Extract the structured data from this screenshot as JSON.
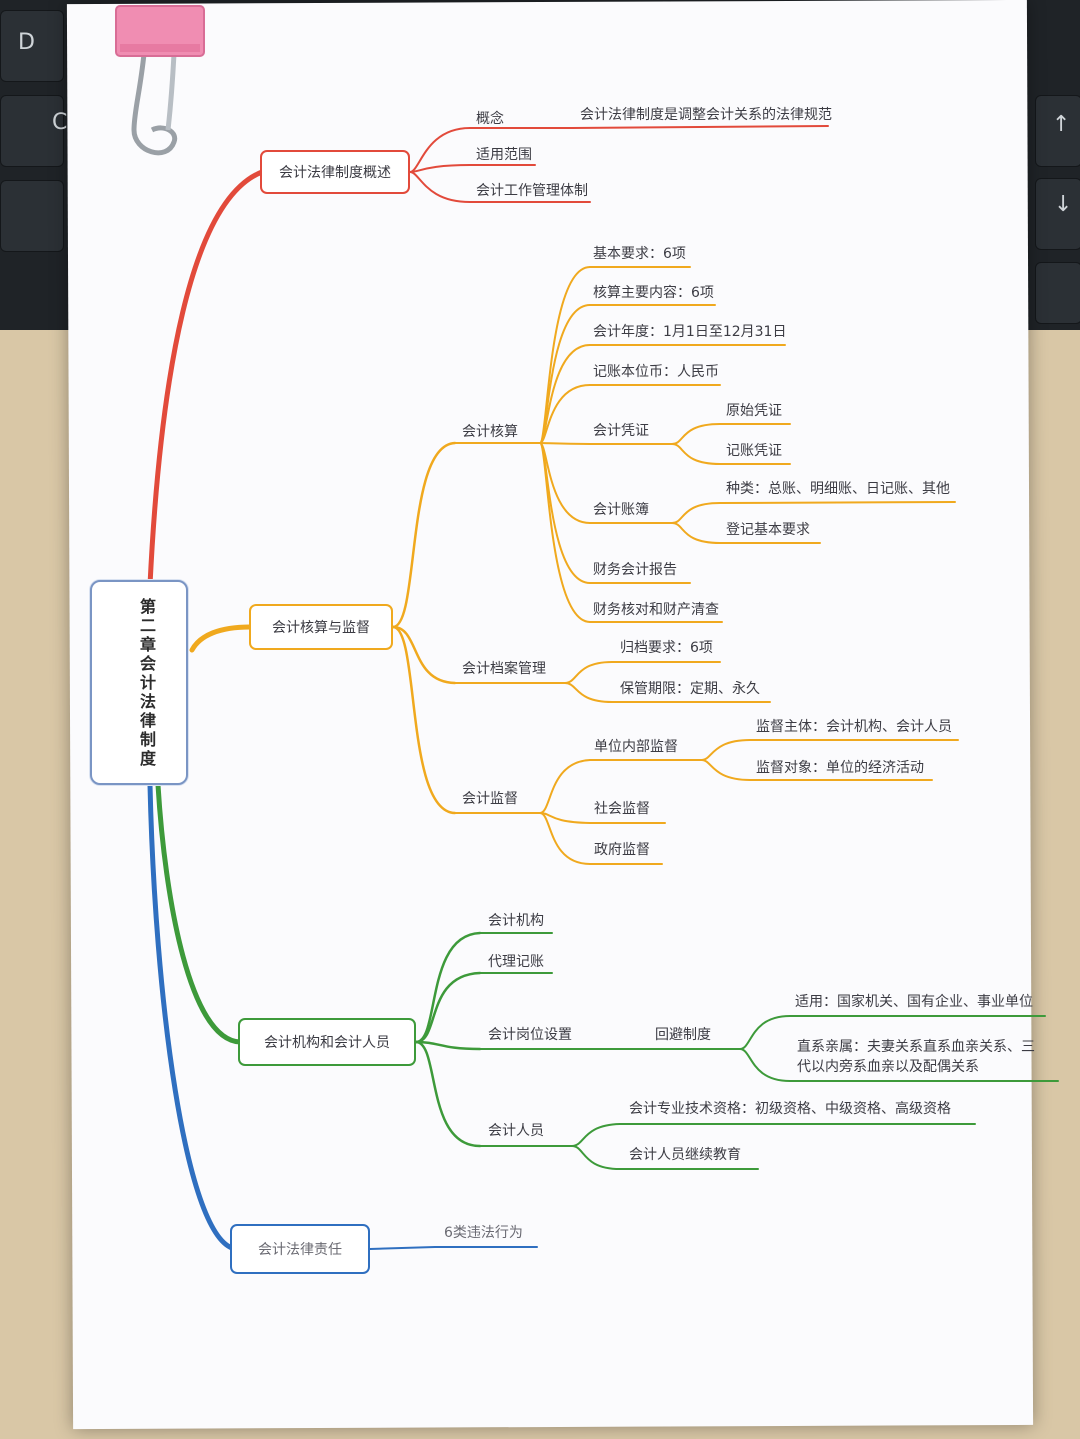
{
  "root": {
    "label": "第二章会计法律制度"
  },
  "colors": {
    "red": "#e24a3b",
    "orange": "#f0a91e",
    "green": "#3d9a3a",
    "blue": "#2f6fc0"
  },
  "keyboard": {
    "key_d": "D",
    "key_c": "C",
    "key_up": "↑",
    "key_down": "↓"
  },
  "branches": {
    "b1": {
      "label": "会计法律制度概述",
      "c1": "概念",
      "c1_detail": "会计法律制度是调整会计关系的法律规范",
      "c2": "适用范围",
      "c3": "会计工作管理体制"
    },
    "b2": {
      "label": "会计核算与监督",
      "hs": {
        "label": "会计核算",
        "i1": "基本要求：6项",
        "i2": "核算主要内容：6项",
        "i3": "会计年度：1月1日至12月31日",
        "i4": "记账本位币：人民币",
        "i5": "会计凭证",
        "i5a": "原始凭证",
        "i5b": "记账凭证",
        "i6": "会计账簿",
        "i6a": "种类：总账、明细账、日记账、其他",
        "i6b": "登记基本要求",
        "i7": "财务会计报告",
        "i8": "财务核对和财产清查"
      },
      "da": {
        "label": "会计档案管理",
        "i1": "归档要求：6项",
        "i2": "保管期限：定期、永久"
      },
      "jd": {
        "label": "会计监督",
        "i1": "单位内部监督",
        "i1a": "监督主体：会计机构、会计人员",
        "i1b": "监督对象：单位的经济活动",
        "i2": "社会监督",
        "i3": "政府监督"
      }
    },
    "b3": {
      "label": "会计机构和会计人员",
      "c1": "会计机构",
      "c2": "代理记账",
      "c3": "会计岗位设置",
      "c3a": "回避制度",
      "c3a1": "适用：国家机关、国有企业、事业单位",
      "c3a2_line1": "直系亲属：夫妻关系直系血亲关系、三",
      "c3a2_line2": "代以内旁系血亲以及配偶关系",
      "c4": "会计人员",
      "c4a": "会计专业技术资格：初级资格、中级资格、高级资格",
      "c4b": "会计人员继续教育"
    },
    "b4": {
      "label": "会计法律责任",
      "c1": "6类违法行为"
    }
  }
}
